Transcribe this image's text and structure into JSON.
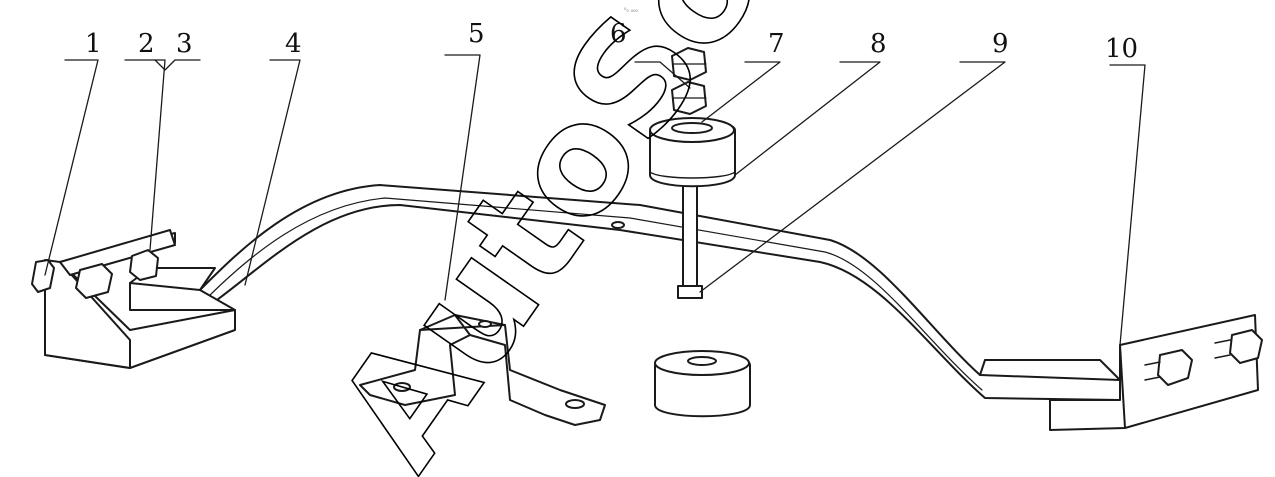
{
  "diagram": {
    "callouts": [
      {
        "id": "1",
        "label": "1"
      },
      {
        "id": "2",
        "label": "2"
      },
      {
        "id": "3",
        "label": "3"
      },
      {
        "id": "4",
        "label": "4"
      },
      {
        "id": "5",
        "label": "5"
      },
      {
        "id": "6",
        "label": "6"
      },
      {
        "id": "7",
        "label": "7"
      },
      {
        "id": "8",
        "label": "8"
      },
      {
        "id": "9",
        "label": "9"
      },
      {
        "id": "10",
        "label": "10"
      }
    ],
    "watermark": "AutoSoft",
    "tiny_text": "⁰₀ ₀₀₀",
    "colors": {
      "line": "#1a1a1a",
      "watermark": "#000000"
    }
  }
}
